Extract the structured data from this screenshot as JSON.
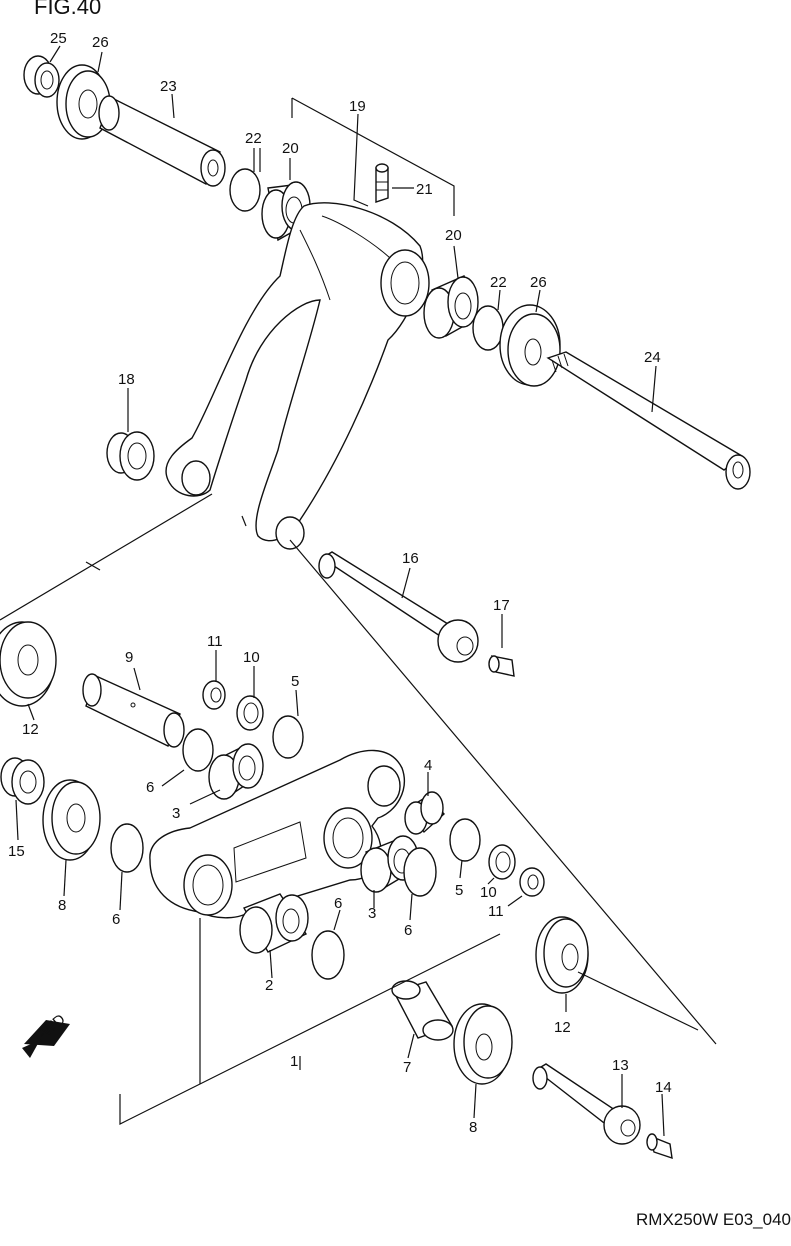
{
  "figure": {
    "title": "FIG.40",
    "footer_code": "RMX250W E03_040",
    "fwd_label": "FWD"
  },
  "callouts": [
    {
      "id": "c25a",
      "text": "25"
    },
    {
      "id": "c26a",
      "text": "26"
    },
    {
      "id": "c23",
      "text": "23"
    },
    {
      "id": "c19",
      "text": "19"
    },
    {
      "id": "c22a",
      "text": "22"
    },
    {
      "id": "c20a",
      "text": "20"
    },
    {
      "id": "c21",
      "text": "21"
    },
    {
      "id": "c20b",
      "text": "20"
    },
    {
      "id": "c22b",
      "text": "22"
    },
    {
      "id": "c26b",
      "text": "26"
    },
    {
      "id": "c24",
      "text": "24"
    },
    {
      "id": "c18",
      "text": "18"
    },
    {
      "id": "c16",
      "text": "16"
    },
    {
      "id": "c17",
      "text": "17"
    },
    {
      "id": "c9",
      "text": "9"
    },
    {
      "id": "c11a",
      "text": "11"
    },
    {
      "id": "c10a",
      "text": "10"
    },
    {
      "id": "c5a",
      "text": "5"
    },
    {
      "id": "c12a",
      "text": "12"
    },
    {
      "id": "c6a",
      "text": "6"
    },
    {
      "id": "c3a",
      "text": "3"
    },
    {
      "id": "c4",
      "text": "4"
    },
    {
      "id": "c15",
      "text": "15"
    },
    {
      "id": "c8a",
      "text": "8"
    },
    {
      "id": "c6b",
      "text": "6"
    },
    {
      "id": "c3b",
      "text": "3"
    },
    {
      "id": "c6c",
      "text": "6"
    },
    {
      "id": "c5b",
      "text": "5"
    },
    {
      "id": "c10b",
      "text": "10"
    },
    {
      "id": "c11b",
      "text": "11"
    },
    {
      "id": "c6d",
      "text": "6"
    },
    {
      "id": "c2",
      "text": "2"
    },
    {
      "id": "c12b",
      "text": "12"
    },
    {
      "id": "c1",
      "text": "1"
    },
    {
      "id": "c7",
      "text": "7"
    },
    {
      "id": "c13",
      "text": "13"
    },
    {
      "id": "c14",
      "text": "14"
    },
    {
      "id": "c8b",
      "text": "8"
    }
  ]
}
